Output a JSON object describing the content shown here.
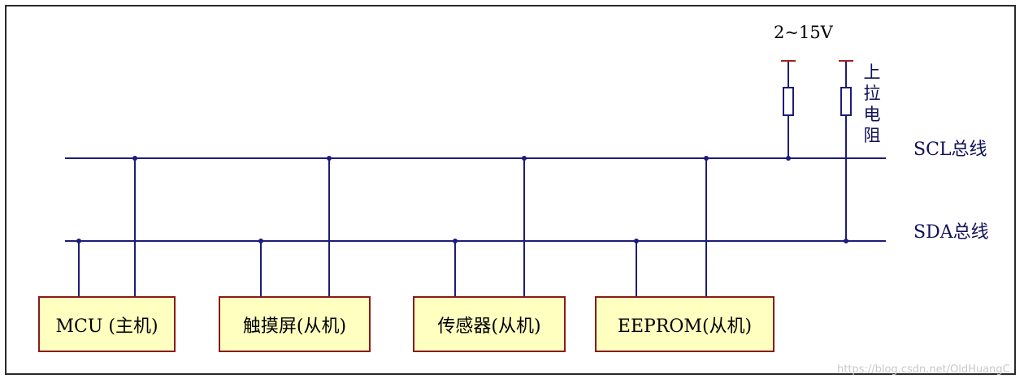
{
  "diagram": {
    "voltage_label": "2~15V",
    "pullup_label": "上拉电阻",
    "bus_scl_label": "SCL总线",
    "bus_sda_label": "SDA总线",
    "devices": [
      {
        "label": "MCU (主机)"
      },
      {
        "label": "触摸屏(从机)"
      },
      {
        "label": "传感器(从机)"
      },
      {
        "label": "EEPROM(从机)"
      }
    ],
    "watermark": "https://blog.csdn.net/OldHuangC"
  },
  "colors": {
    "wire": "#1c1c7a",
    "box_fill": "#ffffc0",
    "box_border": "#8b1a1a",
    "resistor_cap": "#a02020"
  }
}
